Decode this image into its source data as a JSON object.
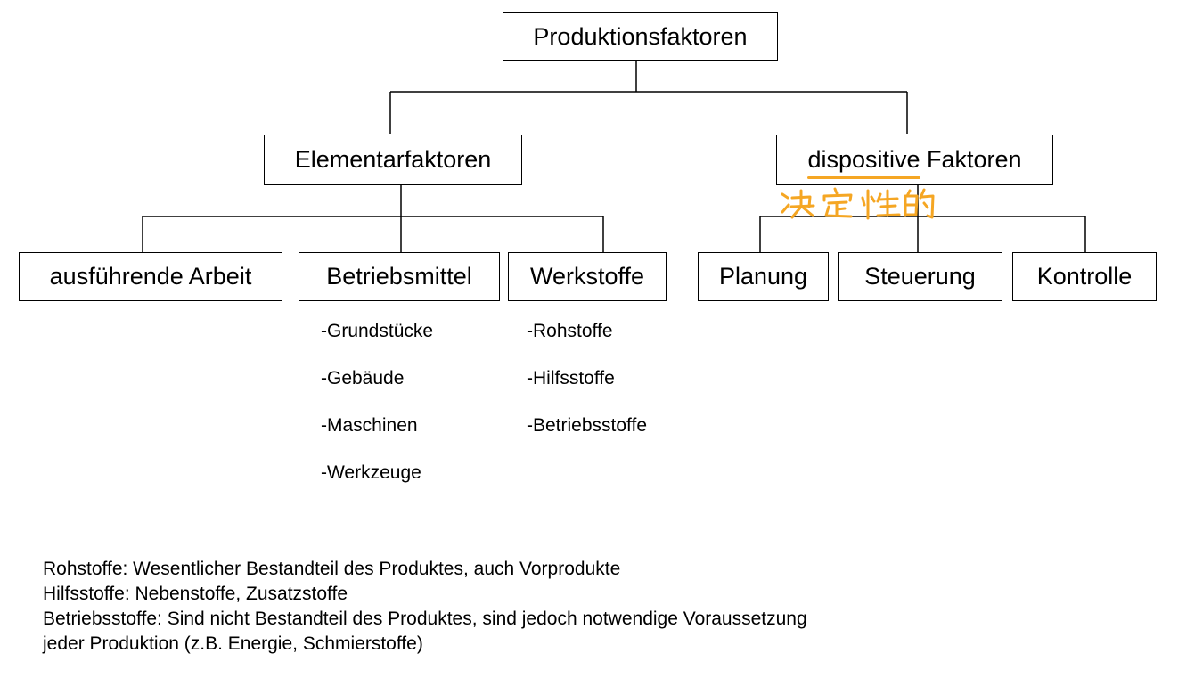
{
  "root": {
    "label": "Produktionsfaktoren"
  },
  "elementar": {
    "label": "Elementarfaktoren",
    "children": [
      {
        "label": "ausführende Arbeit"
      },
      {
        "label": "Betriebsmittel",
        "items": [
          "-Grundstücke",
          "-Gebäude",
          "-Maschinen",
          "-Werkzeuge"
        ]
      },
      {
        "label": "Werkstoffe",
        "items": [
          "-Rohstoffe",
          "-Hilfsstoffe",
          "-Betriebsstoffe"
        ]
      }
    ]
  },
  "dispositiv": {
    "label_underlined": "dispositive",
    "label_rest": " Faktoren",
    "annotation": "决定性的",
    "annotation_color": "#f5a623",
    "children": [
      {
        "label": "Planung"
      },
      {
        "label": "Steuerung"
      },
      {
        "label": "Kontrolle"
      }
    ]
  },
  "notes": [
    "Rohstoffe: Wesentlicher Bestandteil des Produktes, auch Vorprodukte",
    "Hilfsstoffe: Nebenstoffe, Zusatzstoffe",
    "Betriebsstoffe: Sind nicht Bestandteil des Produktes, sind jedoch notwendige Voraussetzung",
    "jeder Produktion (z.B. Energie, Schmierstoffe)"
  ]
}
